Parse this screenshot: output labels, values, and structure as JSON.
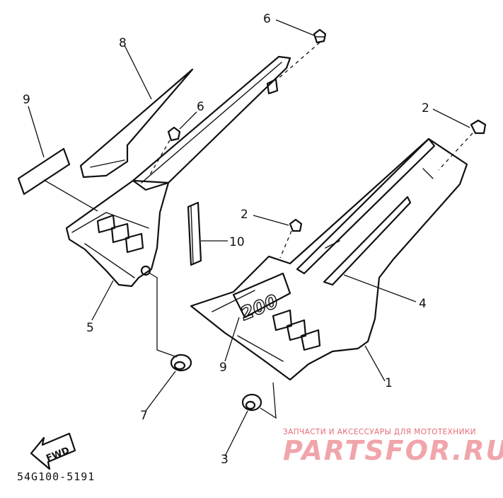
{
  "callouts": [
    {
      "id": "c6-top",
      "text": "6"
    },
    {
      "id": "c8",
      "text": "8"
    },
    {
      "id": "c9-left",
      "text": "9"
    },
    {
      "id": "c6-mid",
      "text": "6"
    },
    {
      "id": "c2-right",
      "text": "2"
    },
    {
      "id": "c2-mid",
      "text": "2"
    },
    {
      "id": "c10",
      "text": "10"
    },
    {
      "id": "c4",
      "text": "4"
    },
    {
      "id": "c5",
      "text": "5"
    },
    {
      "id": "c9-bottom",
      "text": "9"
    },
    {
      "id": "c1",
      "text": "1"
    },
    {
      "id": "c7",
      "text": "7"
    },
    {
      "id": "c3",
      "text": "3"
    }
  ],
  "fwd_label": "FWD",
  "decal_number": "200",
  "diagram_code": "54G100-5191",
  "watermark": {
    "tagline": "ЗАПЧАСТИ И АКСЕССУАРЫ ДЛЯ МОТОТЕХНИКИ",
    "brand": "PARTSFOR.RU"
  },
  "colors": {
    "line": "#111111",
    "watermark_red": "#e66a74",
    "watermark_pink": "#f0a5ab"
  }
}
